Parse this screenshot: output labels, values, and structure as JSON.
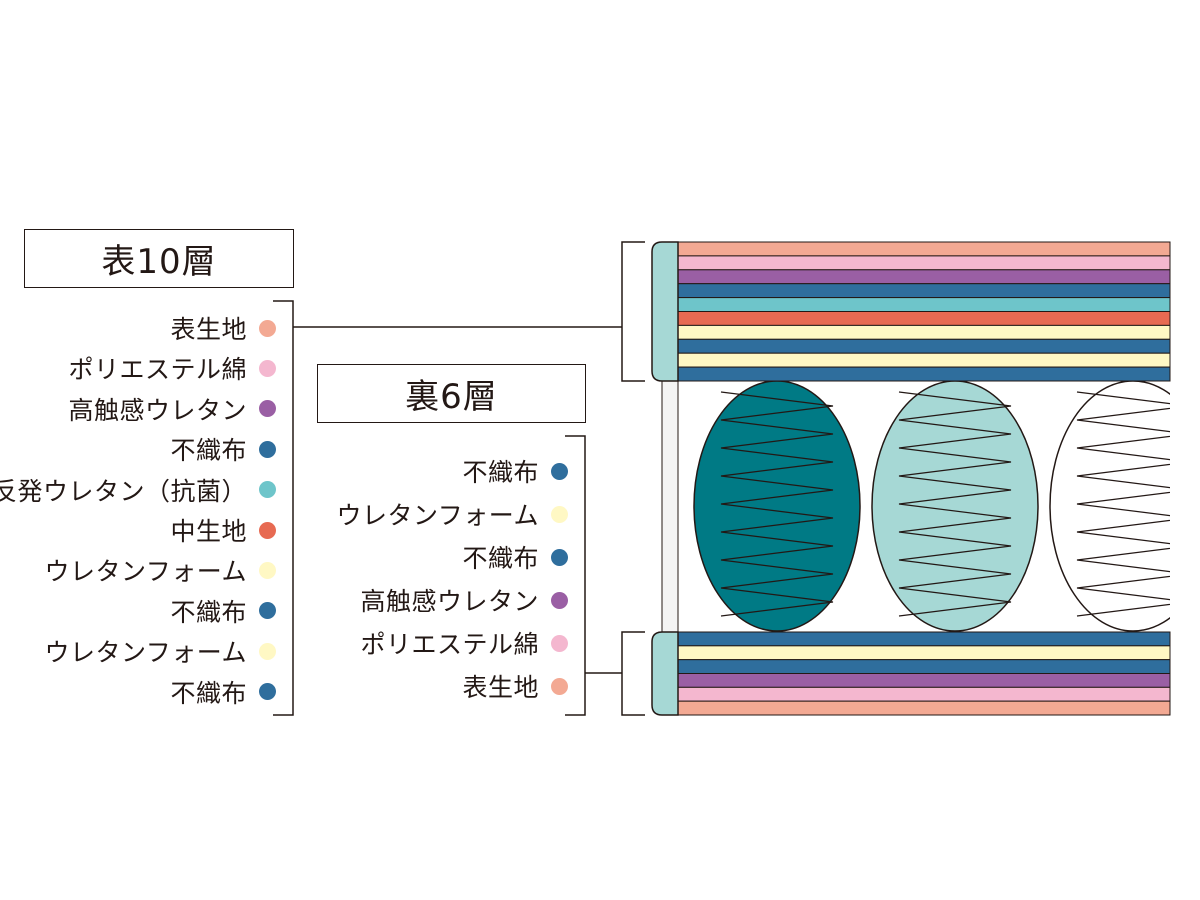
{
  "top_section": {
    "title": "表10層",
    "layers": [
      {
        "label": "表生地",
        "color": "#F3A993"
      },
      {
        "label": "ポリエステル綿",
        "color": "#F4B7CF"
      },
      {
        "label": "高触感ウレタン",
        "color": "#9A5FA4"
      },
      {
        "label": "不織布",
        "color": "#2F6E9D"
      },
      {
        "label": "高反発ウレタン（抗菌）",
        "color": "#6EC5CA"
      },
      {
        "label": "中生地",
        "color": "#E76A52"
      },
      {
        "label": "ウレタンフォーム",
        "color": "#FFF8C4"
      },
      {
        "label": "不織布",
        "color": "#2F6E9D"
      },
      {
        "label": "ウレタンフォーム",
        "color": "#FFF8C4"
      },
      {
        "label": "不織布",
        "color": "#2F6E9D"
      }
    ]
  },
  "back_section": {
    "title": "裏6層",
    "layers": [
      {
        "label": "不織布",
        "color": "#2F6E9D"
      },
      {
        "label": "ウレタンフォーム",
        "color": "#FFF8C4"
      },
      {
        "label": "不織布",
        "color": "#2F6E9D"
      },
      {
        "label": "高触感ウレタン",
        "color": "#9A5FA4"
      },
      {
        "label": "ポリエステル綿",
        "color": "#F4B7CF"
      },
      {
        "label": "表生地",
        "color": "#F3A993"
      }
    ]
  },
  "springs": {
    "colors": [
      "#007A85",
      "#A6D8D5",
      "#FFFFFF"
    ]
  },
  "colors": {
    "outline": "#231815",
    "side_panel": "#A6D8D5",
    "side_border": "#EEEEEE"
  }
}
